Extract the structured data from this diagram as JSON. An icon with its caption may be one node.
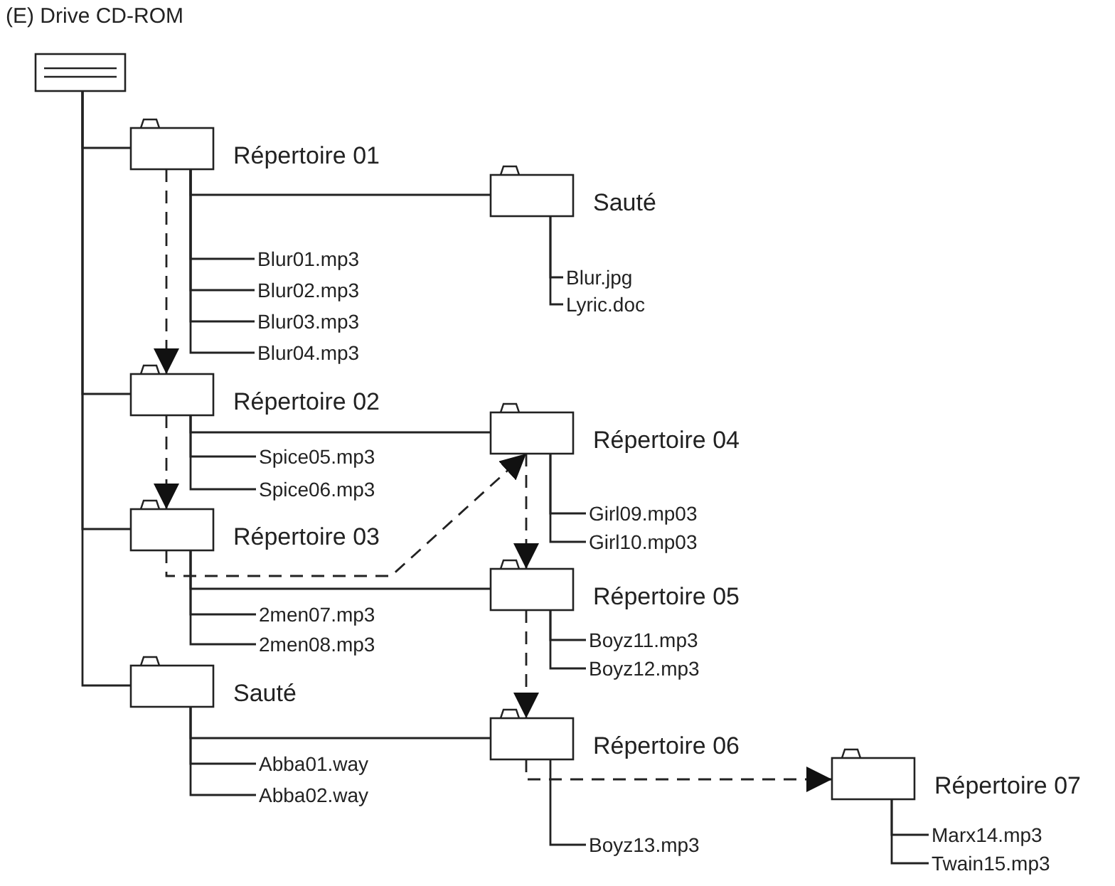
{
  "diagram": {
    "nodes": [
      {
        "text": [
          "(E) Drive CD-ROM"
        ]
      },
      {
        "text": [
          "Répertoire 01"
        ]
      },
      {
        "text": [
          "Sauté"
        ]
      },
      {
        "text": [
          "Blur.jpg"
        ]
      },
      {
        "text": [
          "Lyric.doc"
        ]
      },
      {
        "text": [
          "Blur01.mp3"
        ]
      },
      {
        "text": [
          "Blur02.mp3"
        ]
      },
      {
        "text": [
          "Blur03.mp3"
        ]
      },
      {
        "text": [
          "Blur04.mp3"
        ]
      },
      {
        "text": [
          "Répertoire 02"
        ]
      },
      {
        "text": [
          "Répertoire 04"
        ]
      },
      {
        "text": [
          "Girl09.mp03"
        ]
      },
      {
        "text": [
          "Girl10.mp03"
        ]
      },
      {
        "text": [
          "Spice05.mp3"
        ]
      },
      {
        "text": [
          "Spice06.mp3"
        ]
      },
      {
        "text": [
          "Répertoire 03"
        ]
      },
      {
        "text": [
          "Répertoire 05"
        ]
      },
      {
        "text": [
          "Boyz11.mp3"
        ]
      },
      {
        "text": [
          "Boyz12.mp3"
        ]
      },
      {
        "text": [
          "2men07.mp3"
        ]
      },
      {
        "text": [
          "2men08.mp3"
        ]
      },
      {
        "text": [
          "Sauté"
        ]
      },
      {
        "text": [
          "Répertoire 06"
        ]
      },
      {
        "text": [
          "Répertoire 07"
        ]
      },
      {
        "text": [
          "Marx14.mp3"
        ]
      },
      {
        "text": [
          "Twain15.mp3"
        ]
      },
      {
        "text": [
          "Boyz13.mp3"
        ]
      },
      {
        "text": [
          "Abba01.way"
        ]
      },
      {
        "text": [
          "Abba02.way"
        ]
      }
    ],
    "edges": [
      {
        "from": 0,
        "to": 1,
        "arrow": "none"
      },
      {
        "from": 0,
        "to": 9,
        "arrow": "none"
      },
      {
        "from": 0,
        "to": 15,
        "arrow": "none"
      },
      {
        "from": 0,
        "to": 21,
        "arrow": "none"
      },
      {
        "from": 1,
        "to": 2,
        "arrow": "none"
      },
      {
        "from": 2,
        "to": 3,
        "arrow": "none"
      },
      {
        "from": 2,
        "to": 4,
        "arrow": "none"
      },
      {
        "from": 1,
        "to": 5,
        "arrow": "none"
      },
      {
        "from": 1,
        "to": 6,
        "arrow": "none"
      },
      {
        "from": 1,
        "to": 7,
        "arrow": "none"
      },
      {
        "from": 1,
        "to": 8,
        "arrow": "none"
      },
      {
        "from": 9,
        "to": 10,
        "arrow": "none"
      },
      {
        "from": 10,
        "to": 11,
        "arrow": "none"
      },
      {
        "from": 10,
        "to": 12,
        "arrow": "none"
      },
      {
        "from": 9,
        "to": 13,
        "arrow": "none"
      },
      {
        "from": 9,
        "to": 14,
        "arrow": "none"
      },
      {
        "from": 15,
        "to": 16,
        "arrow": "none"
      },
      {
        "from": 16,
        "to": 17,
        "arrow": "none"
      },
      {
        "from": 16,
        "to": 18,
        "arrow": "none"
      },
      {
        "from": 15,
        "to": 19,
        "arrow": "none"
      },
      {
        "from": 15,
        "to": 20,
        "arrow": "none"
      },
      {
        "from": 21,
        "to": 22,
        "arrow": "none"
      },
      {
        "from": 22,
        "to": 26,
        "arrow": "none"
      },
      {
        "from": 21,
        "to": 27,
        "arrow": "none"
      },
      {
        "from": 21,
        "to": 28,
        "arrow": "none"
      },
      {
        "from": 23,
        "to": 24,
        "arrow": "none"
      },
      {
        "from": 23,
        "to": 25,
        "arrow": "none"
      },
      {
        "from": 1,
        "to": 9,
        "arrow": "to",
        "style": "dashed"
      },
      {
        "from": 9,
        "to": 15,
        "arrow": "to",
        "style": "dashed"
      },
      {
        "from": 15,
        "to": 10,
        "arrow": "to",
        "style": "dashed"
      },
      {
        "from": 10,
        "to": 16,
        "arrow": "to",
        "style": "dashed"
      },
      {
        "from": 16,
        "to": 22,
        "arrow": "to",
        "style": "dashed"
      },
      {
        "from": 22,
        "to": 23,
        "arrow": "to",
        "style": "dashed"
      }
    ]
  }
}
